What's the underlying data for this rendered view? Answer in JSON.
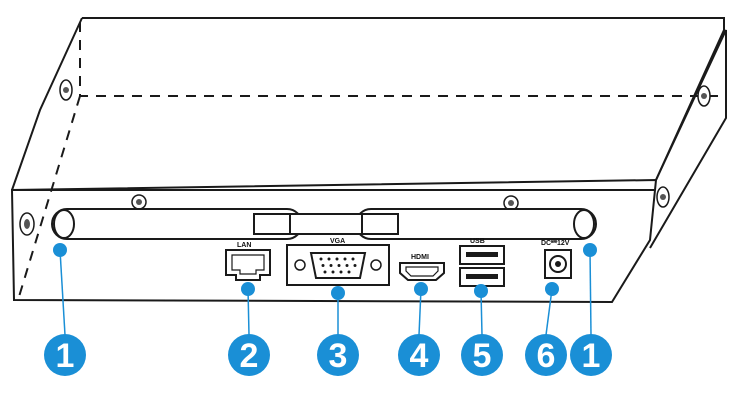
{
  "diagram": {
    "port_labels": {
      "lan": "LAN",
      "vga": "VGA",
      "hdmi": "HDMI",
      "usb": "USB",
      "dc": "DC⎃12V"
    },
    "callouts": [
      {
        "id": "antenna-left",
        "number": "1"
      },
      {
        "id": "lan",
        "number": "2"
      },
      {
        "id": "vga",
        "number": "3"
      },
      {
        "id": "hdmi",
        "number": "4"
      },
      {
        "id": "usb",
        "number": "5"
      },
      {
        "id": "dc",
        "number": "6"
      },
      {
        "id": "antenna-right",
        "number": "1"
      }
    ],
    "colors": {
      "callout_blue": "#1a8fd6",
      "outline": "#1a1a1a"
    }
  }
}
